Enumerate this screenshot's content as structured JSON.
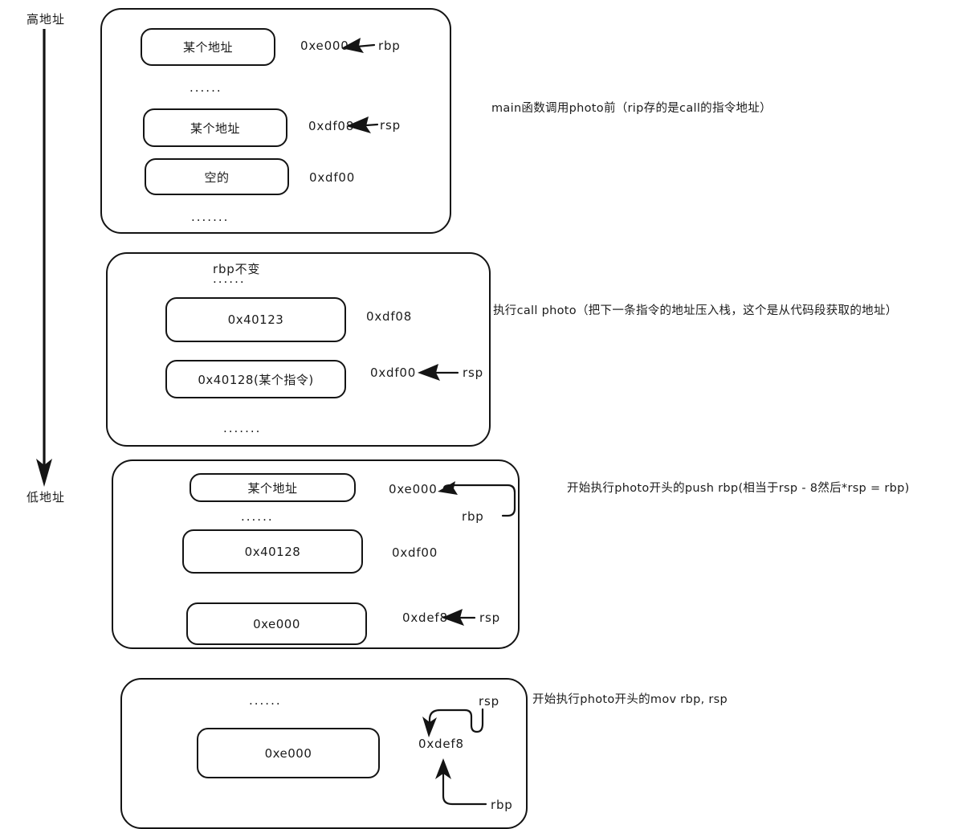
{
  "axis": {
    "high_label": "高地址",
    "low_label": "低地址",
    "direction_icon": "down-arrow-icon"
  },
  "frames": [
    {
      "id": "frame-1",
      "note": "main函数调用photo前（rip存的是call的指令地址）",
      "slots": [
        {
          "text": "某个地址",
          "address": "0xe000",
          "pointer": "rbp"
        },
        {
          "text": "某个地址",
          "address": "0xdf08",
          "pointer": "rsp"
        },
        {
          "text": "空的",
          "address": "0xdf00",
          "pointer": ""
        }
      ],
      "dots": [
        "......",
        "......."
      ]
    },
    {
      "id": "frame-2",
      "note": "执行call photo（把下一条指令的地址压入栈，这个是从代码段获取的地址）",
      "header_label": "rbp不变",
      "slots": [
        {
          "text": "0x40123",
          "address": "0xdf08",
          "pointer": ""
        },
        {
          "text": "0x40128(某个指令)",
          "address": "0xdf00",
          "pointer": "rsp"
        }
      ],
      "dots": [
        "......",
        "......."
      ]
    },
    {
      "id": "frame-3",
      "note": "开始执行photo开头的push    rbp(相当于rsp - 8然后*rsp = rbp)",
      "slots": [
        {
          "text": "某个地址",
          "address": "0xe000",
          "pointer": "rbp"
        },
        {
          "text": "0x40128",
          "address": "0xdf00",
          "pointer": ""
        },
        {
          "text": "0xe000",
          "address": "0xdef8",
          "pointer": "rsp"
        }
      ],
      "dots": [
        "......"
      ]
    },
    {
      "id": "frame-4",
      "note": "开始执行photo开头的mov rbp, rsp",
      "slots": [
        {
          "text": "0xe000",
          "address": "0xdef8",
          "pointer": "rsp / rbp"
        }
      ],
      "dots": [
        "......"
      ],
      "pointers": {
        "top": "rsp",
        "bottom": "rbp"
      }
    }
  ]
}
